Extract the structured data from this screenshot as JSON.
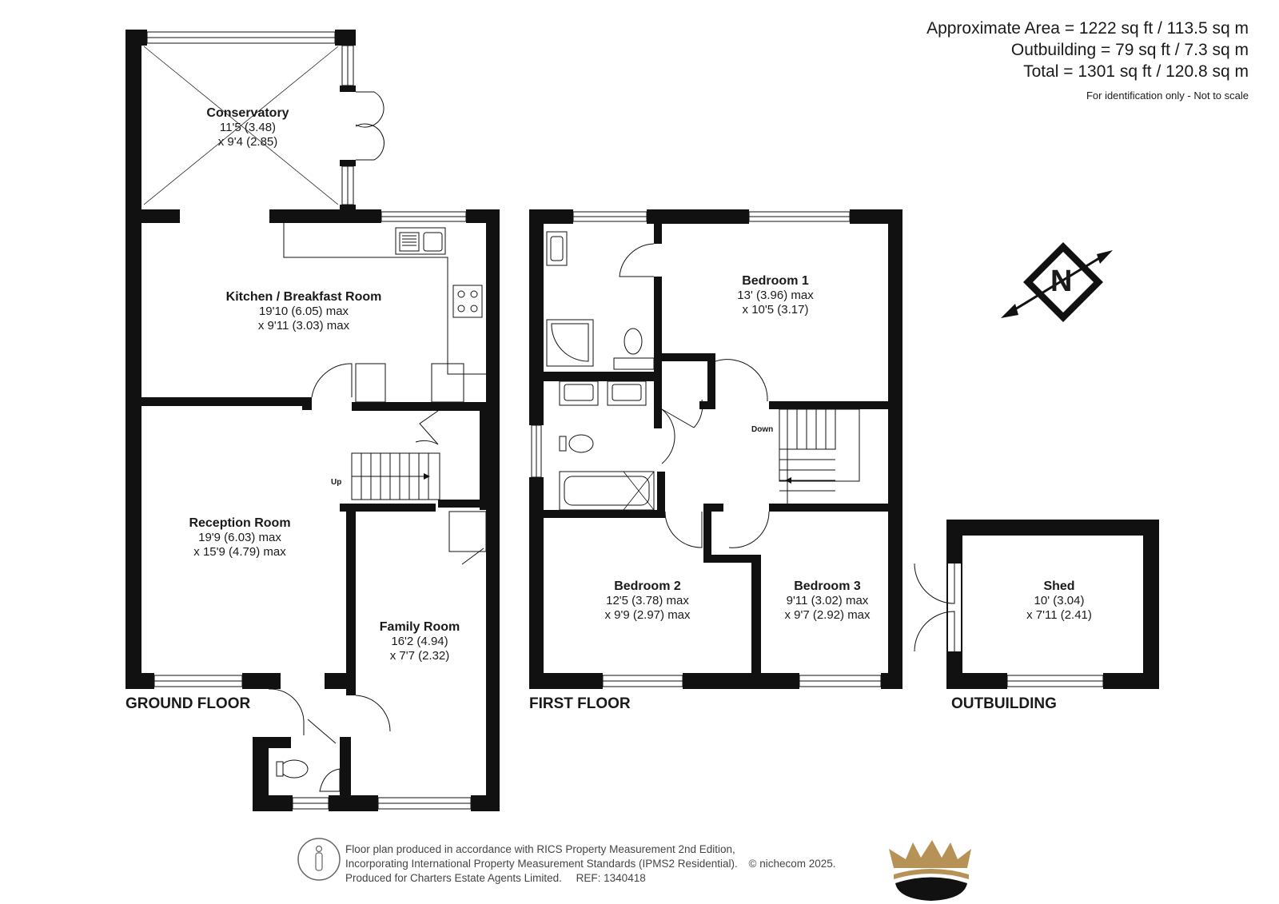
{
  "areas": {
    "approx": "Approximate Area = 1222 sq ft / 113.5 sq m",
    "outbuilding": "Outbuilding = 79 sq ft / 7.3 sq m",
    "total": "Total = 1301 sq ft / 120.8 sq m",
    "note": "For identification only - Not to scale"
  },
  "rooms": {
    "conservatory": {
      "name": "Conservatory",
      "dim1": "11'5 (3.48)",
      "dim2": "x 9'4 (2.85)"
    },
    "kitchen": {
      "name": "Kitchen / Breakfast Room",
      "dim1": "19'10 (6.05) max",
      "dim2": "x 9'11 (3.03) max"
    },
    "reception": {
      "name": "Reception Room",
      "dim1": "19'9 (6.03) max",
      "dim2": "x 15'9 (4.79) max"
    },
    "family": {
      "name": "Family Room",
      "dim1": "16'2 (4.94)",
      "dim2": "x 7'7 (2.32)"
    },
    "bedroom1": {
      "name": "Bedroom 1",
      "dim1": "13' (3.96) max",
      "dim2": "x 10'5 (3.17)"
    },
    "bedroom2": {
      "name": "Bedroom 2",
      "dim1": "12'5 (3.78) max",
      "dim2": "x 9'9 (2.97) max"
    },
    "bedroom3": {
      "name": "Bedroom 3",
      "dim1": "9'11 (3.02) max",
      "dim2": "x 9'7 (2.92) max"
    },
    "shed": {
      "name": "Shed",
      "dim1": "10' (3.04)",
      "dim2": "x 7'11 (2.41)"
    }
  },
  "stairs": {
    "up": "Up",
    "down": "Down"
  },
  "floors": {
    "ground": "GROUND FLOOR",
    "first": "FIRST FLOOR",
    "outbuilding": "OUTBUILDING"
  },
  "compass": {
    "letter": "N"
  },
  "footer": {
    "line1": "Floor plan produced in accordance with RICS Property Measurement 2nd Edition,",
    "line2": "Incorporating International Property Measurement Standards (IPMS2 Residential).",
    "copyright": "© nichecom 2025.",
    "line3": "Produced for Charters Estate Agents Limited.",
    "ref": "REF: 1340418"
  },
  "colors": {
    "wall": "#111111",
    "logo_gold": "#b79257",
    "logo_black": "#111111"
  }
}
